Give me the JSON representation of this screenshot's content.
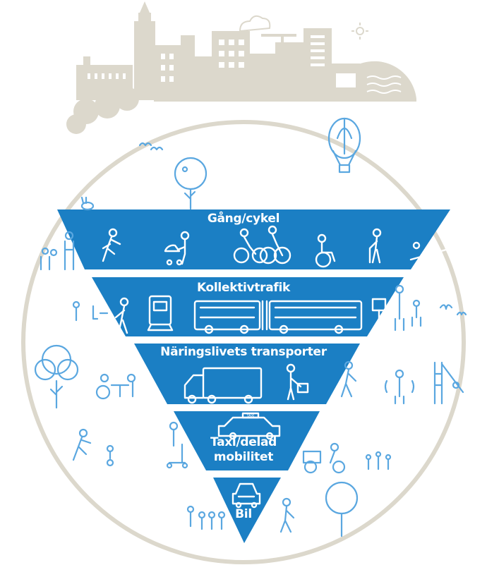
{
  "diagram": {
    "tiers": [
      {
        "label": "Gång/cykel"
      },
      {
        "label": "Kollektivtrafik"
      },
      {
        "label": "Näringslivets transporter"
      },
      {
        "label": "Taxi/delad\nmobilitet"
      },
      {
        "label": "Bil"
      }
    ],
    "taxi_sign": "TAXI"
  },
  "colors": {
    "blue": "#1b7fc4",
    "beige": "#dcd8cc",
    "icon_blue": "#5aa7e0",
    "white": "#ffffff"
  }
}
